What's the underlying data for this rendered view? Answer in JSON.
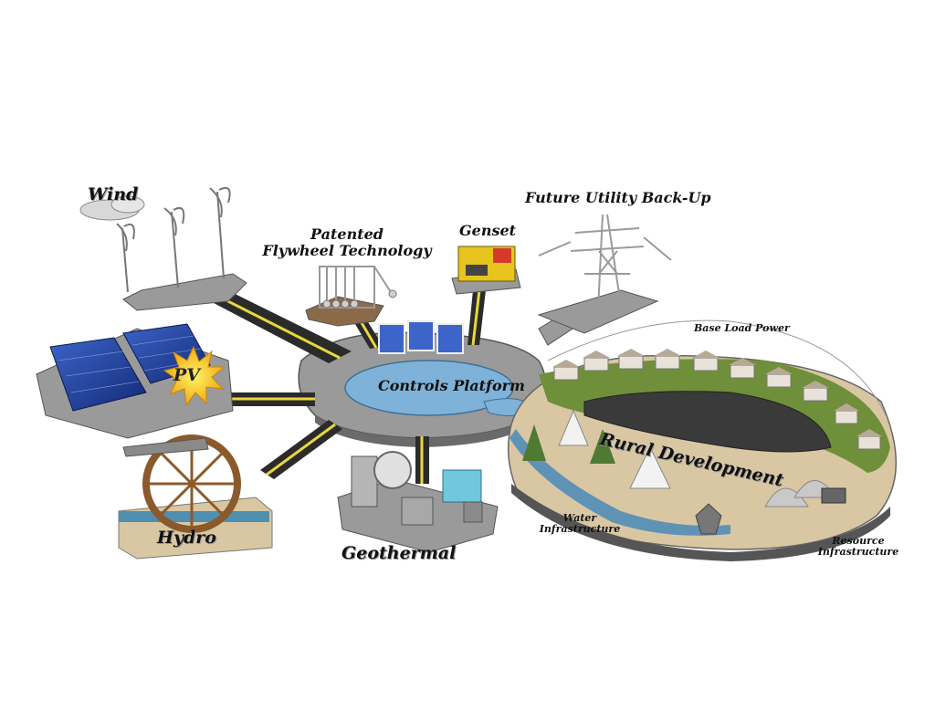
{
  "labels": {
    "wind": "Wind",
    "pv": "PV",
    "hydro": "Hydro",
    "flywheel_line1": "Patented",
    "flywheel_line2": "Flywheel Technology",
    "genset": "Genset",
    "future_utility": "Future Utility Back-Up",
    "controls_platform": "Controls Platform",
    "geothermal": "Geothermal",
    "base_load": "Base Load Power",
    "rural_development": "Rural Development",
    "water_line1": "Water",
    "water_line2": "Infrastructure",
    "resource_line1": "Resource",
    "resource_line2": "Infrastructure"
  },
  "colors": {
    "platform_gray": "#9a9a9a",
    "platform_edge": "#5e5e5e",
    "road_yellow": "#e8d83a",
    "road_dark": "#2b2b2b",
    "controls_blue": "#7fb2d8",
    "grass_green": "#6f8f3a",
    "pond_dark": "#3a3a3a",
    "water_blue": "#5f93b5",
    "sand": "#d9c7a3",
    "pv_panel": "#1f3f9e",
    "sun_yellow": "#f2c21b",
    "genset_yellow": "#e7c41e",
    "geothermal_cyan": "#6fc8de",
    "wood_brown": "#8b5a2b"
  }
}
